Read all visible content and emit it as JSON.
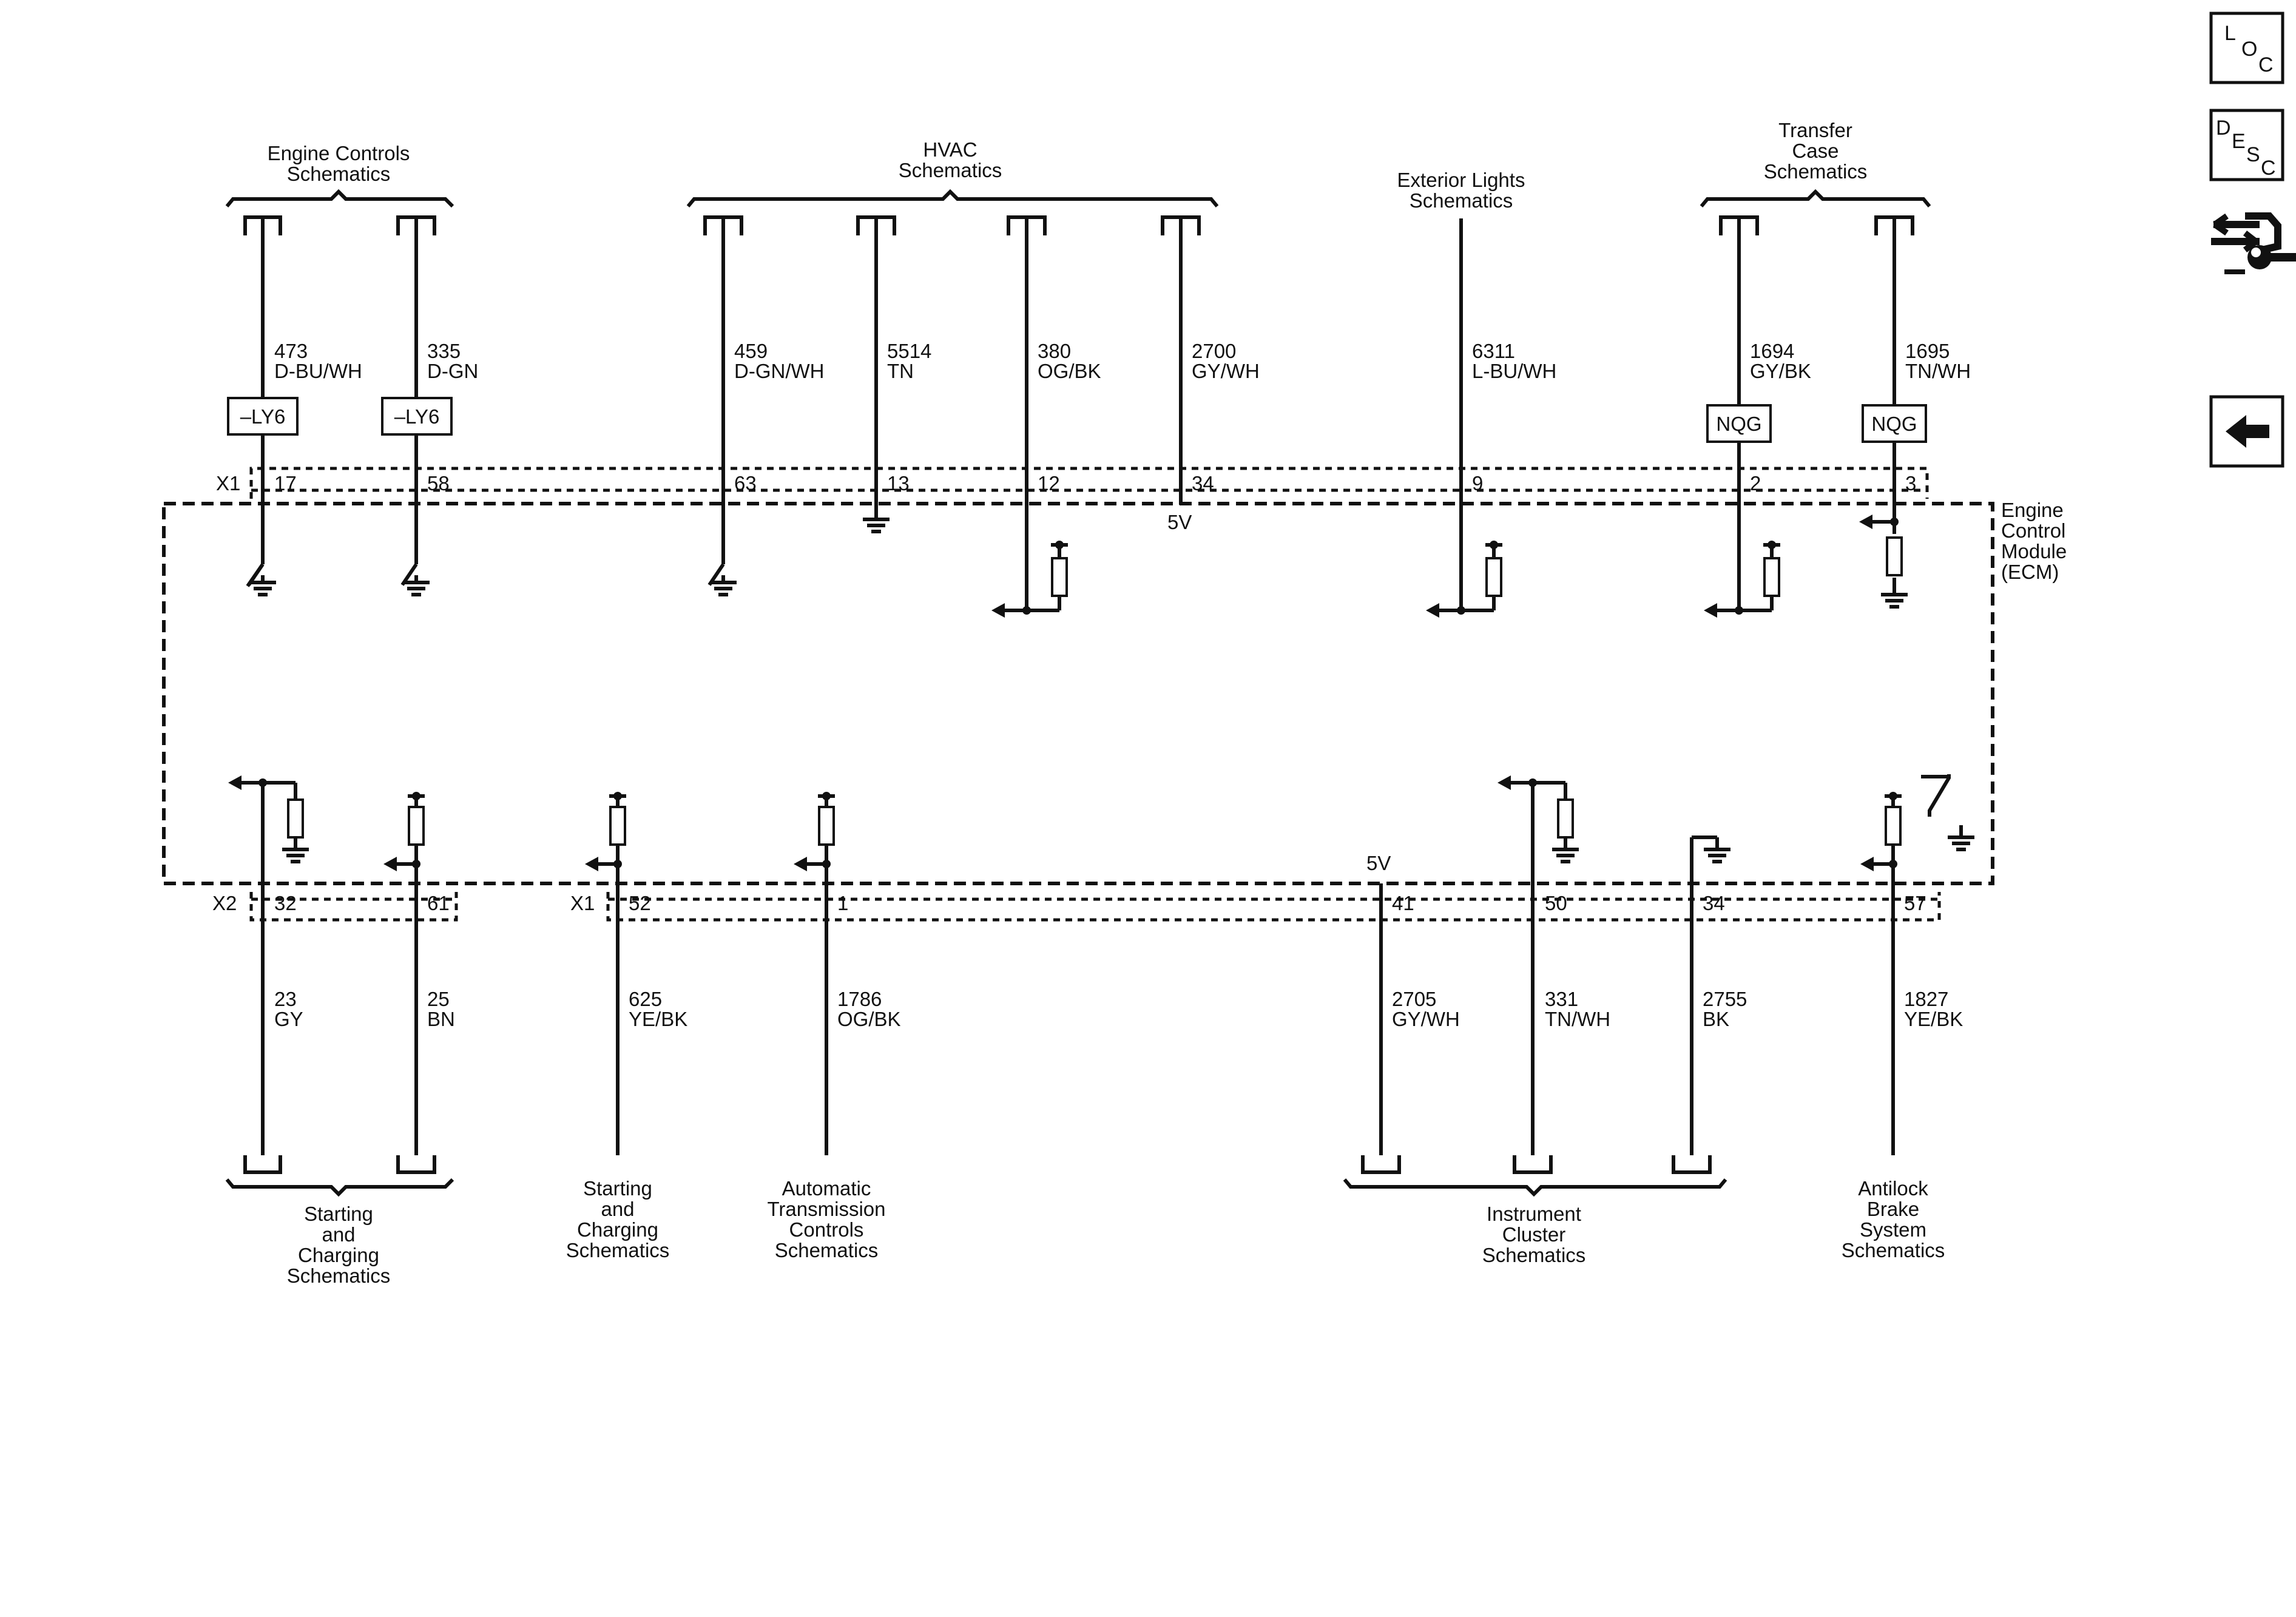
{
  "destinations_top": [
    {
      "id": "engine-controls",
      "lines": [
        "Engine Controls",
        "Schematics"
      ]
    },
    {
      "id": "hvac",
      "lines": [
        "HVAC",
        "Schematics"
      ]
    },
    {
      "id": "exterior-lights",
      "lines": [
        "Exterior Lights",
        "Schematics"
      ]
    },
    {
      "id": "transfer-case",
      "lines": [
        "Transfer",
        "Case",
        "Schematics"
      ]
    }
  ],
  "destinations_bottom": [
    {
      "id": "starting-charging-1",
      "lines": [
        "Starting",
        "and",
        "Charging",
        "Schematics"
      ]
    },
    {
      "id": "starting-charging-2",
      "lines": [
        "Starting",
        "and",
        "Charging",
        "Schematics"
      ]
    },
    {
      "id": "automatic-transmission",
      "lines": [
        "Automatic",
        "Transmission",
        "Controls",
        "Schematics"
      ]
    },
    {
      "id": "instrument-cluster",
      "lines": [
        "Instrument",
        "Cluster",
        "Schematics"
      ]
    },
    {
      "id": "antilock-brake",
      "lines": [
        "Antilock",
        "Brake",
        "System",
        "Schematics"
      ]
    }
  ],
  "module": {
    "lines": [
      "Engine",
      "Control",
      "Module",
      "(ECM)"
    ]
  },
  "connectors": {
    "x1_top": "X1",
    "x2_bottom": "X2",
    "x1_bottom": "X1"
  },
  "voltage_label": "5V",
  "option_codes": {
    "ly6": "–LY6",
    "nqg": "NQG"
  },
  "wires_top": [
    {
      "circuit": "473",
      "color": "D-BU/WH",
      "pin": "17"
    },
    {
      "circuit": "335",
      "color": "D-GN",
      "pin": "58"
    },
    {
      "circuit": "459",
      "color": "D-GN/WH",
      "pin": "63"
    },
    {
      "circuit": "5514",
      "color": "TN",
      "pin": "13"
    },
    {
      "circuit": "380",
      "color": "OG/BK",
      "pin": "12"
    },
    {
      "circuit": "2700",
      "color": "GY/WH",
      "pin": "34"
    },
    {
      "circuit": "6311",
      "color": "L-BU/WH",
      "pin": "9"
    },
    {
      "circuit": "1694",
      "color": "GY/BK",
      "pin": "2"
    },
    {
      "circuit": "1695",
      "color": "TN/WH",
      "pin": "3"
    }
  ],
  "wires_bottom": [
    {
      "circuit": "23",
      "color": "GY",
      "pin": "32"
    },
    {
      "circuit": "25",
      "color": "BN",
      "pin": "61"
    },
    {
      "circuit": "625",
      "color": "YE/BK",
      "pin": "52"
    },
    {
      "circuit": "1786",
      "color": "OG/BK",
      "pin": "1"
    },
    {
      "circuit": "2705",
      "color": "GY/WH",
      "pin": "41"
    },
    {
      "circuit": "331",
      "color": "TN/WH",
      "pin": "50"
    },
    {
      "circuit": "2755",
      "color": "BK",
      "pin": "34"
    },
    {
      "circuit": "1827",
      "color": "YE/BK",
      "pin": "57"
    }
  ],
  "nav": {
    "loc": [
      "L",
      "O",
      "C"
    ],
    "desc": [
      "D",
      "E",
      "S",
      "C"
    ],
    "tool_icon": "service-tool-icon",
    "back_icon": "back-arrow-icon"
  }
}
